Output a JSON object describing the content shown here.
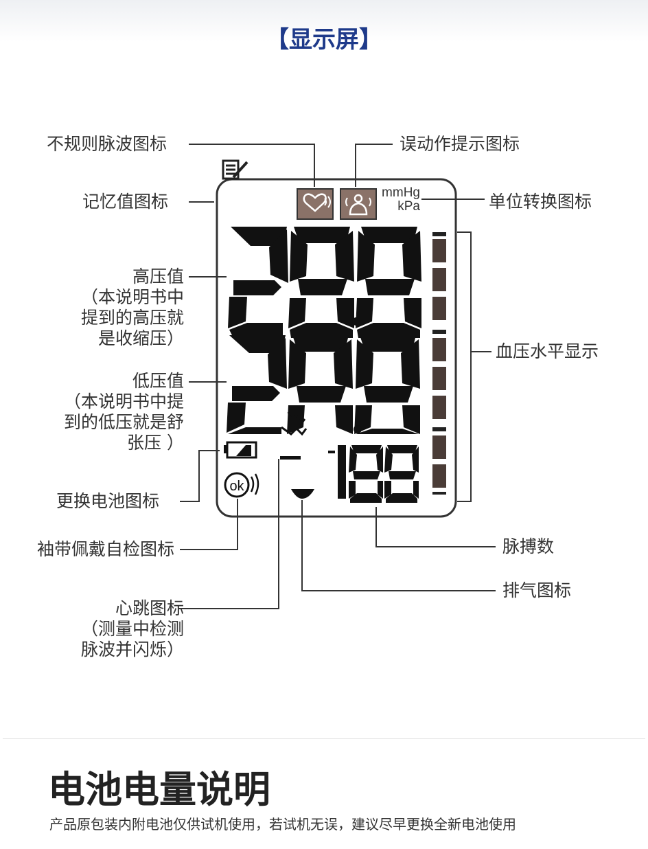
{
  "heading": "【显示屏】",
  "screen": {
    "unit_mmhg": "mmHg",
    "unit_kpa": "kPa"
  },
  "labels": {
    "irregular": "不规则脉波图标",
    "motion": "误动作提示图标",
    "memory": "记忆值图标",
    "unit": "单位转换图标",
    "systolic": [
      "高压值",
      "（本说明书中",
      "提到的高压就",
      "是收缩压）"
    ],
    "bp_level": "血压水平显示",
    "diastolic": [
      "低压值",
      "（本说明书中提",
      "到的低压就是舒",
      "张压 ）"
    ],
    "battery": "更换电池图标",
    "cuff": "袖带佩戴自检图标",
    "pulse": "脉搏数",
    "exhaust": "排气图标",
    "heartbeat": [
      "心跳图标",
      "（测量中检测",
      "脉波并闪烁）"
    ]
  },
  "icons": {
    "irregular": "irregular-pulse-icon",
    "motion": "motion-warning-icon",
    "memory": "memory-icon",
    "battery": "battery-icon",
    "cuff": "cuff-check-icon",
    "heart": "heartbeat-icon",
    "exhaust": "exhaust-icon"
  },
  "section": {
    "title": "电池电量说明",
    "text": "产品原包装内附电池仅供试机使用，若试机无误，建议尽早更换全新电池使用"
  }
}
